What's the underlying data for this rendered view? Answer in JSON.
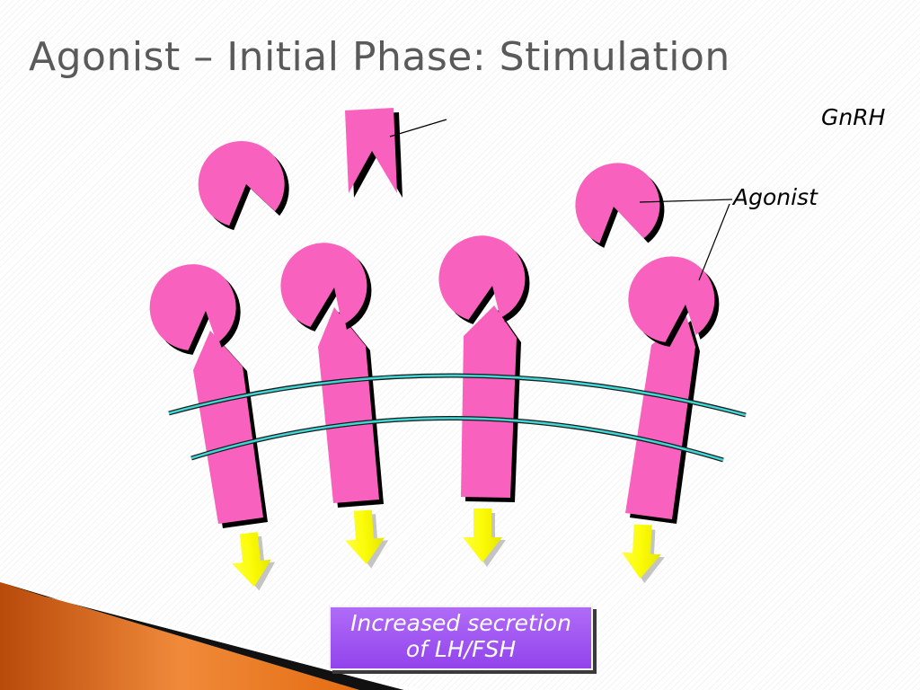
{
  "slide": {
    "title": "Agonist – Initial Phase: Stimulation"
  },
  "diagram": {
    "labels": {
      "gnrh": "GnRH",
      "agonist": "Agonist"
    },
    "callout": {
      "line1": "Increased secretion",
      "line2": "of LH/FSH"
    },
    "colors": {
      "ligand_pink": "#f862be",
      "membrane_cyan": "#3fd6d6",
      "arrow_yellow": "#fbfb06",
      "callout_purple": "#9f55f2",
      "accent_orange": "#e8741c"
    },
    "elements": {
      "receptors": 4,
      "bound_agonists": 4,
      "free_agonists": 2,
      "free_gnrh": 1,
      "signal_arrows": 4
    }
  }
}
